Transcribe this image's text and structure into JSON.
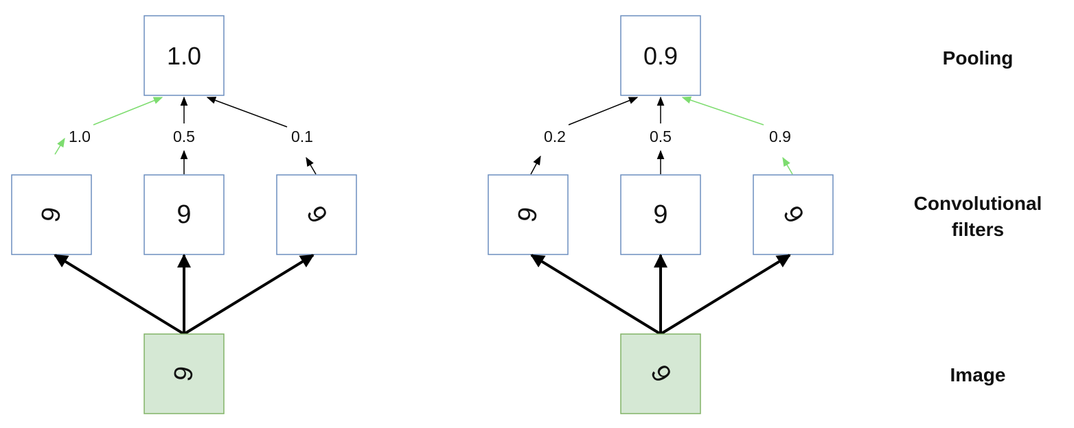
{
  "row_labels": {
    "pooling": "Pooling",
    "filters_line1": "Convolutional",
    "filters_line2": "filters",
    "image": "Image"
  },
  "colors": {
    "box_border": "#6c8ebf",
    "image_fill": "#d5e8d4",
    "image_border": "#82b366",
    "highlight_arrow": "#7ddc6f",
    "arrow": "#000000"
  },
  "left": {
    "pooled_value": "1.0",
    "filters": [
      {
        "glyph": "9",
        "orientation": "rotated-left",
        "score": "1.0",
        "selected": true
      },
      {
        "glyph": "9",
        "orientation": "upright",
        "score": "0.5",
        "selected": false
      },
      {
        "glyph": "9",
        "orientation": "rotated-right",
        "score": "0.1",
        "selected": false
      }
    ],
    "image": {
      "glyph": "9",
      "orientation": "rotated-left"
    }
  },
  "right": {
    "pooled_value": "0.9",
    "filters": [
      {
        "glyph": "9",
        "orientation": "rotated-left",
        "score": "0.2",
        "selected": false
      },
      {
        "glyph": "9",
        "orientation": "upright",
        "score": "0.5",
        "selected": false
      },
      {
        "glyph": "9",
        "orientation": "rotated-right",
        "score": "0.9",
        "selected": true
      }
    ],
    "image": {
      "glyph": "9",
      "orientation": "rotated-right"
    }
  }
}
